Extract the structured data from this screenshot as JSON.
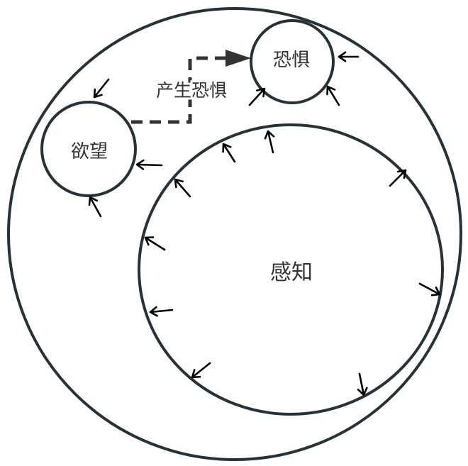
{
  "nodes": {
    "perception": "感知",
    "desire": "欲望",
    "fear": "恐惧"
  },
  "edge_label": "产生恐惧",
  "colors": {
    "stroke": "#263238",
    "text": "#333333",
    "arrow": "#000000"
  }
}
